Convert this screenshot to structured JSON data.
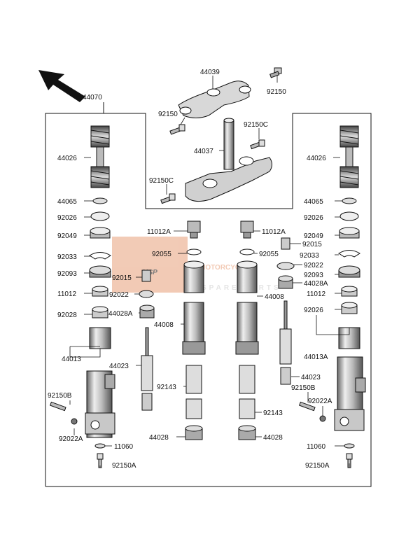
{
  "diagram": {
    "labels": {
      "l44070": "44070",
      "l44039": "44039",
      "l92150_top": "92150",
      "l92150_mid": "92150",
      "l92150C_r": "92150C",
      "l44037": "44037",
      "l92150C_l": "92150C",
      "l44026_l": "44026",
      "l44065_l": "44065",
      "l92026_l": "92026",
      "l92049_l": "92049",
      "l92033_l": "92033",
      "l92093_l": "92093",
      "l11012_l": "11012",
      "l92028_l": "92028",
      "l44013_l": "44013",
      "l92150B_l": "92150B",
      "l92022A_l": "92022A",
      "l11060_l": "11060",
      "l92150A_l": "92150A",
      "l11012A_l": "11012A",
      "l92055_l": "92055",
      "l92015_l": "92015",
      "l92022_l": "92022",
      "l44028A_l": "44028A",
      "l44008_l": "44008",
      "l44023_l": "44023",
      "l92143_l": "92143",
      "l44028_l": "44028",
      "l11012A_r": "11012A",
      "l92015_r": "92015",
      "l92055_r": "92055",
      "l92022_r": "92022",
      "l44028A_r": "44028A",
      "l44008_r": "44008",
      "l44023_r": "44023",
      "l92150B_r": "92150B",
      "l92022A_r": "92022A",
      "l92143_r": "92143",
      "l44028_r": "44028",
      "l44026_r": "44026",
      "l44065_r": "44065",
      "l92026_r": "92026",
      "l92049_r": "92049",
      "l92033_r": "92033",
      "l92093_r": "92093",
      "l11012_r": "11012",
      "l92026_r2": "92026",
      "l44013A_r": "44013A",
      "l11060_r": "11060",
      "l92150A_r": "92150A"
    },
    "watermark": {
      "logo": "MSP",
      "line1": "MOTORCYCLE",
      "line2": "SPARE PARTS",
      "color": "#e8a07a"
    },
    "line_color": "#111111"
  }
}
